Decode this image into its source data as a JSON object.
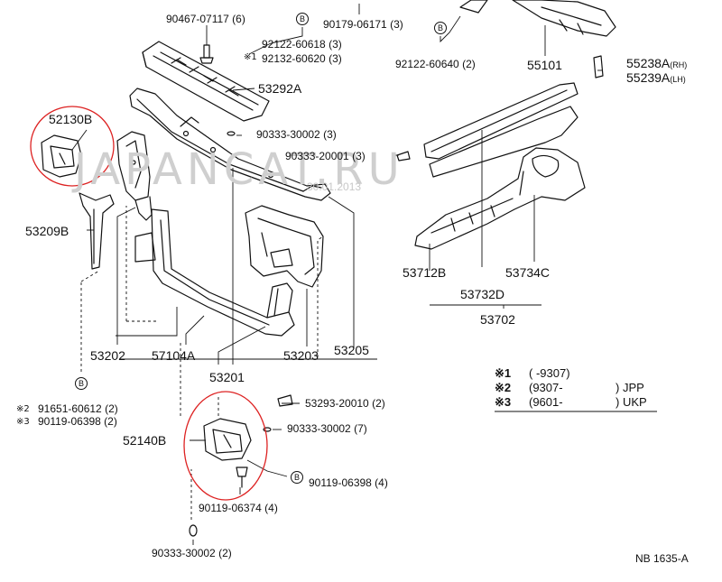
{
  "watermark": {
    "brand": "JAPANCAT.RU",
    "date": "30.01.2013"
  },
  "callouts": {
    "p_90467_07117": "90467-07117 (6)",
    "p_90179_06171": "90179-06171 (3)",
    "p_92122_60618": "92122-60618 (3)",
    "p_92132_60620": "92132-60620 (3)",
    "p_92122_60640": "92122-60640 (2)",
    "p_55101": "55101",
    "p_55238A": "55238A",
    "p_55238A_suffix": "(RH)",
    "p_55239A": "55239A",
    "p_55239A_suffix": "(LH)",
    "p_53292A": "53292A",
    "p_52130B": "52130B",
    "p_90333_30002_a": "90333-30002 (3)",
    "p_90333_20001": "90333-20001 (3)",
    "p_53209B": "53209B",
    "p_53712B": "53712B",
    "p_53734C": "53734C",
    "p_53732D": "53732D",
    "p_53702": "53702",
    "p_53202": "53202",
    "p_57104A": "57104A",
    "p_53203": "53203",
    "p_53205": "53205",
    "p_53201": "53201",
    "p_91651_60612": "91651-60612 (2)",
    "p_90119_06398_a": "90119-06398 (2)",
    "p_53293_20010": "53293-20010 (2)",
    "p_90333_30002_b": "90333-30002 (7)",
    "p_52140B": "52140B",
    "p_90119_06398_b": "90119-06398 (4)",
    "p_90119_06374": "90119-06374 (4)",
    "p_90333_30002_c": "90333-30002 (2)"
  },
  "marks": {
    "m1": "※1",
    "m2": "※2",
    "m3": "※3",
    "b": "B"
  },
  "legend": [
    {
      "key": "※1",
      "range": "(      -9307)",
      "code": ""
    },
    {
      "key": "※2",
      "range": "(9307-",
      "code": ") JPP"
    },
    {
      "key": "※3",
      "range": "(9601-",
      "code": ") UKP"
    }
  ],
  "footer": {
    "code": "NB 1635-A"
  }
}
